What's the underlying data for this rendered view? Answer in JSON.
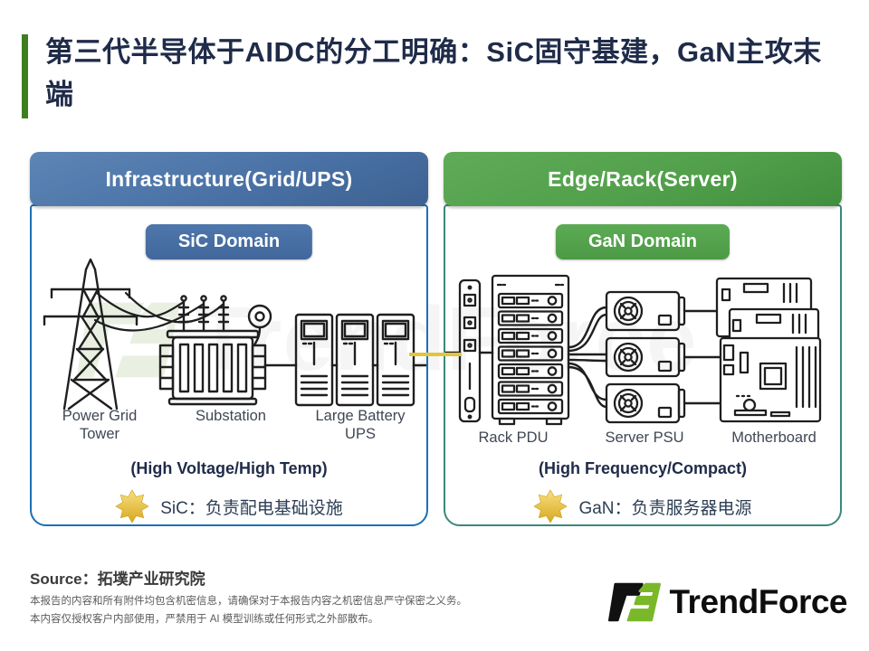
{
  "colors": {
    "accent_green": "#3f7d21",
    "title_navy": "#1f2b49",
    "blue_header": "#4a72a6",
    "blue_header_dark": "#3d6191",
    "blue_border": "#1b70b5",
    "sic_badge": "#41679c",
    "green_header": "#52a04b",
    "green_header_dark": "#418e3e",
    "teal_border": "#38897c",
    "gan_badge": "#4c9a45",
    "connector_yellow": "#e2c43f",
    "star_gold": "#e8bc31",
    "caption_gray": "#3f4754"
  },
  "title": {
    "text": "第三代半导体于AIDC的分工明确：SiC固守基建，GaN主攻末端"
  },
  "watermark": {
    "text": "TrendForce"
  },
  "panels": {
    "left": {
      "header": "Infrastructure(Grid/UPS)",
      "badge": "SiC Domain",
      "items": [
        {
          "label": "Power Grid Tower",
          "icon": "power-grid-tower-icon"
        },
        {
          "label": "Substation",
          "icon": "substation-icon"
        },
        {
          "label": "Large Battery UPS",
          "icon": "battery-ups-icon"
        }
      ],
      "subtitle": "(High Voltage/High Temp)",
      "highlight": "SiC：负责配电基础设施"
    },
    "right": {
      "header": "Edge/Rack(Server)",
      "badge": "GaN Domain",
      "items": [
        {
          "label": "Rack PDU",
          "icon": "rack-pdu-icon"
        },
        {
          "label": "Server PSU",
          "icon": "server-psu-icon"
        },
        {
          "label": "Motherboard",
          "icon": "motherboard-icon"
        }
      ],
      "subtitle": "(High Frequency/Compact)",
      "highlight": "GaN：负责服务器电源"
    }
  },
  "footer": {
    "source": "Source：拓墣产业研究院",
    "disclaimer_line1": "本报告的内容和所有附件均包含机密信息，请确保对于本报告内容之机密信息严守保密之义务。",
    "disclaimer_line2": "本内容仅授权客户内部使用，严禁用于 AI 模型训练或任何形式之外部散布。",
    "logo_text": "TrendForce"
  }
}
